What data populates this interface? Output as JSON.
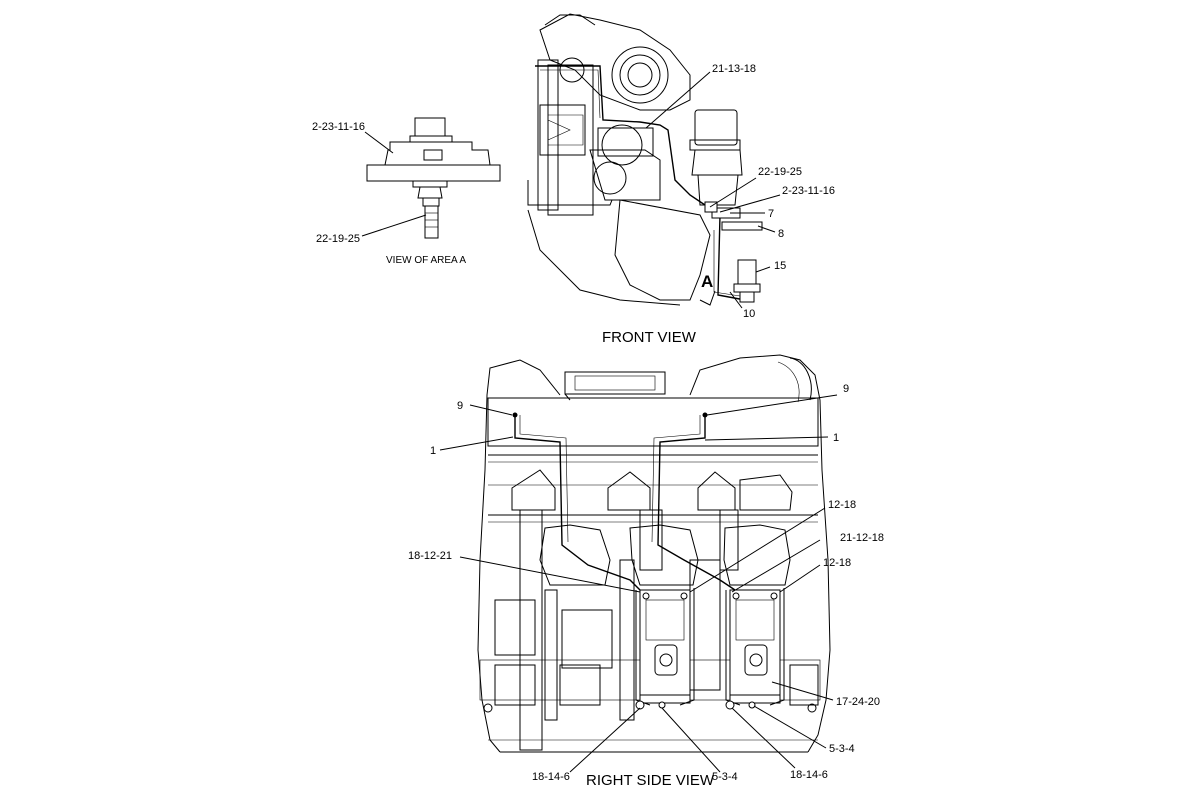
{
  "views": {
    "front_title": "FRONT VIEW",
    "right_side_title": "RIGHT SIDE VIEW",
    "detail_title": "VIEW OF AREA A",
    "area_marker": "A"
  },
  "callouts": {
    "detail_top": "2-23-11-16",
    "detail_bottom": "22-19-25",
    "front_21_13_18": "21-13-18",
    "front_22_19_25": "22-19-25",
    "front_2_23_11_16": "2-23-11-16",
    "front_7": "7",
    "front_8": "8",
    "front_15": "15",
    "front_10": "10",
    "side_9_left": "9",
    "side_9_right": "9",
    "side_1_left": "1",
    "side_1_right": "1",
    "side_12_18_top": "12-18",
    "side_21_12_18": "21-12-18",
    "side_12_18_mid": "12-18",
    "side_18_12_21": "18-12-21",
    "side_17_24_20": "17-24-20",
    "side_5_3_4_right": "5-3-4",
    "side_18_14_6_right": "18-14-6",
    "side_5_3_4_left": "5-3-4",
    "side_18_14_6_left": "18-14-6"
  }
}
